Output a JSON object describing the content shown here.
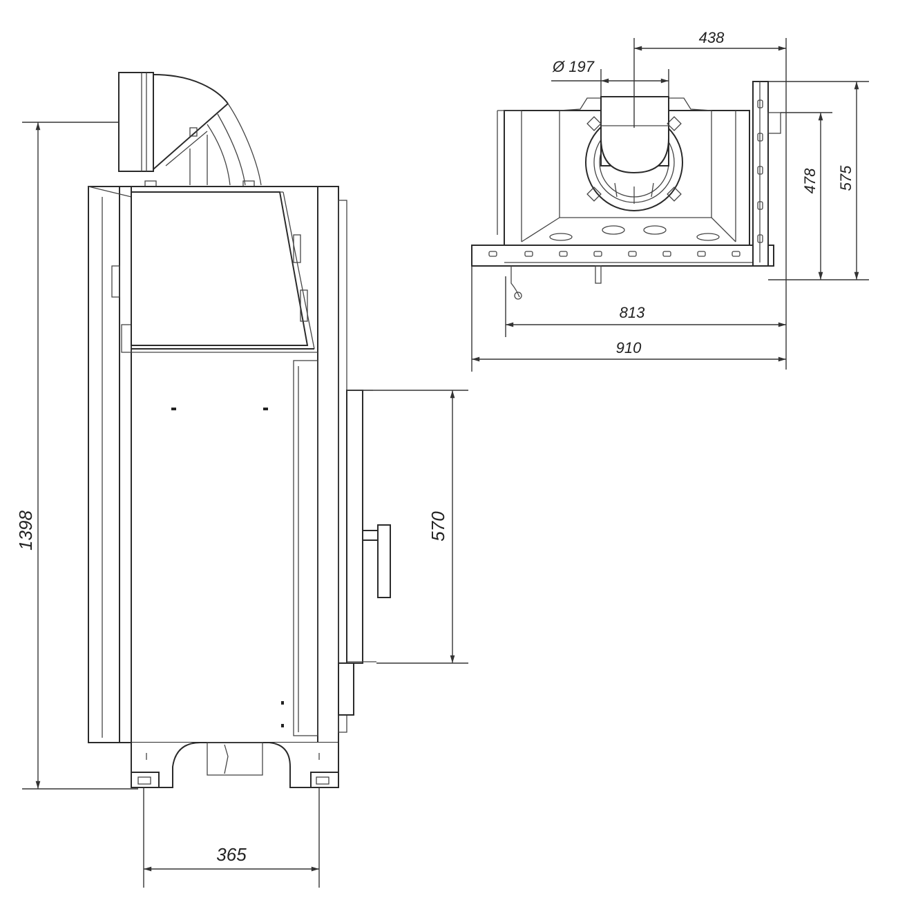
{
  "drawing": {
    "side_view": {
      "height_label": "1398",
      "door_height_label": "570",
      "feet_spacing_label": "365"
    },
    "top_view": {
      "flue_offset_label": "438",
      "flue_diameter_label": "Ø 197",
      "depth_inner_label": "478",
      "depth_outer_label": "575",
      "width_inner_label": "813",
      "width_outer_label": "910"
    }
  }
}
